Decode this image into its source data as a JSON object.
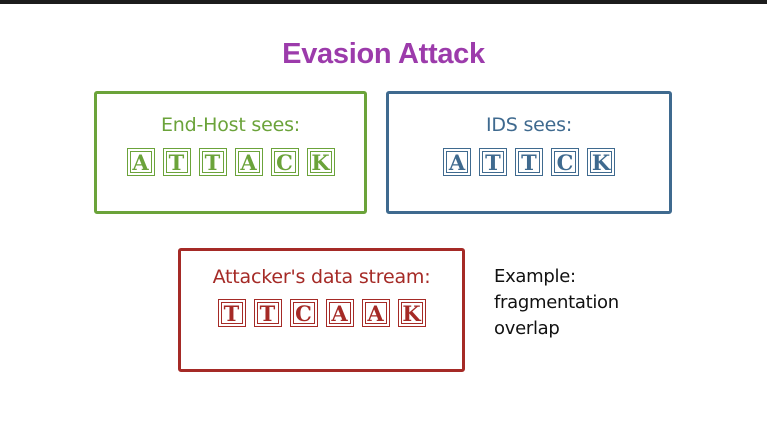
{
  "title": "Evasion Attack",
  "colors": {
    "title": "#9c3bab",
    "end_host": "#6ba33a",
    "ids": "#3f6a8f",
    "attacker": "#a52a26"
  },
  "end_host": {
    "label": "End-Host sees:",
    "letters": [
      "A",
      "T",
      "T",
      "A",
      "C",
      "K"
    ]
  },
  "ids": {
    "label": "IDS sees:",
    "letters": [
      "A",
      "T",
      "T",
      "C",
      "K"
    ]
  },
  "attacker": {
    "label": "Attacker's data stream:",
    "letters": [
      "T",
      "T",
      "C",
      "A",
      "A",
      "K"
    ]
  },
  "example": {
    "lines": [
      "Example:",
      "fragmentation",
      "overlap"
    ]
  }
}
